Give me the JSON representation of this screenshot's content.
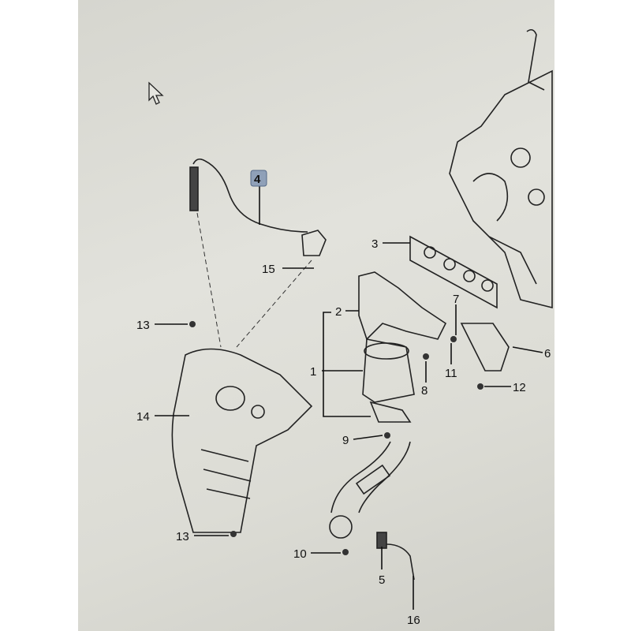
{
  "diagram": {
    "title": "Exhaust manifold / catalytic converter parts diagram",
    "highlight_color": "#8fa0b8",
    "callouts": {
      "c4": "4",
      "c15": "15",
      "c3": "3",
      "c2": "2",
      "c7": "7",
      "c13a": "13",
      "c1": "1",
      "c8": "8",
      "c11": "11",
      "c6": "6",
      "c12": "12",
      "c14": "14",
      "c9": "9",
      "c13b": "13",
      "c10": "10",
      "c5": "5",
      "c16": "16"
    }
  }
}
